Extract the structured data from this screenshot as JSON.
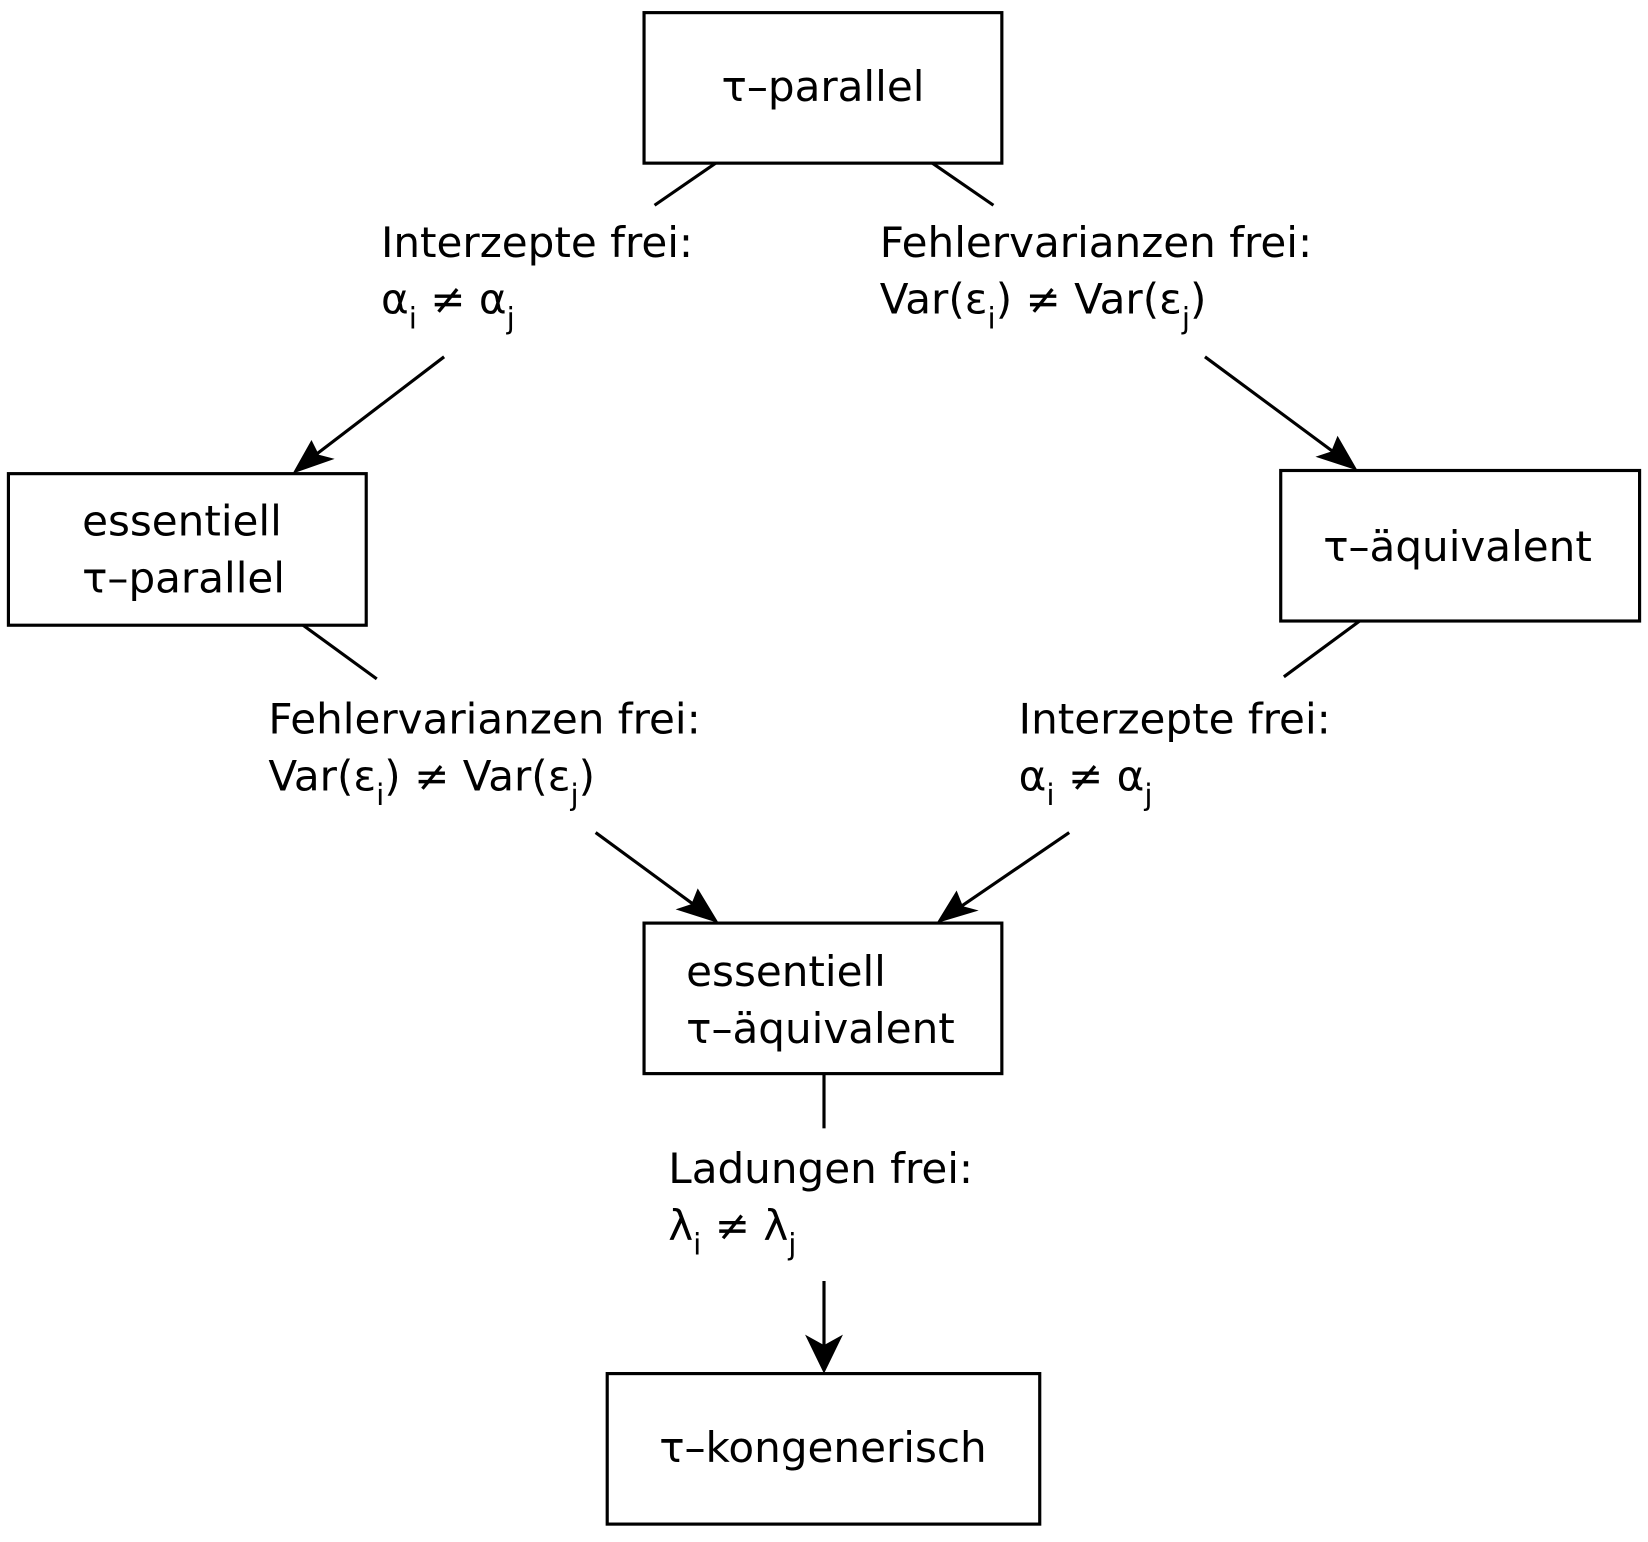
{
  "diagram": {
    "nodes": {
      "tau_parallel": {
        "lines": [
          "τ–parallel"
        ]
      },
      "ess_tau_parallel": {
        "lines": [
          "essentiell",
          "τ–parallel"
        ]
      },
      "tau_aequivalent": {
        "lines": [
          "τ–äquivalent"
        ]
      },
      "ess_tau_aequivalent": {
        "lines": [
          "essentiell",
          "τ–äquivalent"
        ]
      },
      "tau_kongenerisch": {
        "lines": [
          "τ–kongenerisch"
        ]
      }
    },
    "edges": {
      "top_left": {
        "from": "tau_parallel",
        "to": "ess_tau_parallel",
        "title": "Interzepte frei:",
        "formula": {
          "a": "α",
          "a_sub": "i",
          "op": " ≠ ",
          "b": "α",
          "b_sub": "j",
          "prefix": "",
          "suffix_a": "",
          "suffix_b": ""
        }
      },
      "top_right": {
        "from": "tau_parallel",
        "to": "tau_aequivalent",
        "title": "Fehlervarianzen frei:",
        "formula": {
          "prefix": "Var(ε",
          "a_sub": "i",
          "mid": ") ≠ Var(ε",
          "b_sub": "j",
          "suffix": ")"
        }
      },
      "mid_left": {
        "from": "ess_tau_parallel",
        "to": "ess_tau_aequivalent",
        "title": "Fehlervarianzen frei:",
        "formula": {
          "prefix": "Var(ε",
          "a_sub": "i",
          "mid": ") ≠ Var(ε",
          "b_sub": "j",
          "suffix": ")"
        }
      },
      "mid_right": {
        "from": "tau_aequivalent",
        "to": "ess_tau_aequivalent",
        "title": "Interzepte frei:",
        "formula": {
          "prefix": "α",
          "a_sub": "i",
          "mid": " ≠ α",
          "b_sub": "j",
          "suffix": ""
        }
      },
      "bottom": {
        "from": "ess_tau_aequivalent",
        "to": "tau_kongenerisch",
        "title": "Ladungen frei:",
        "formula": {
          "prefix": "λ",
          "a_sub": "i",
          "mid": " ≠ λ",
          "b_sub": "j",
          "suffix": ""
        }
      }
    }
  }
}
